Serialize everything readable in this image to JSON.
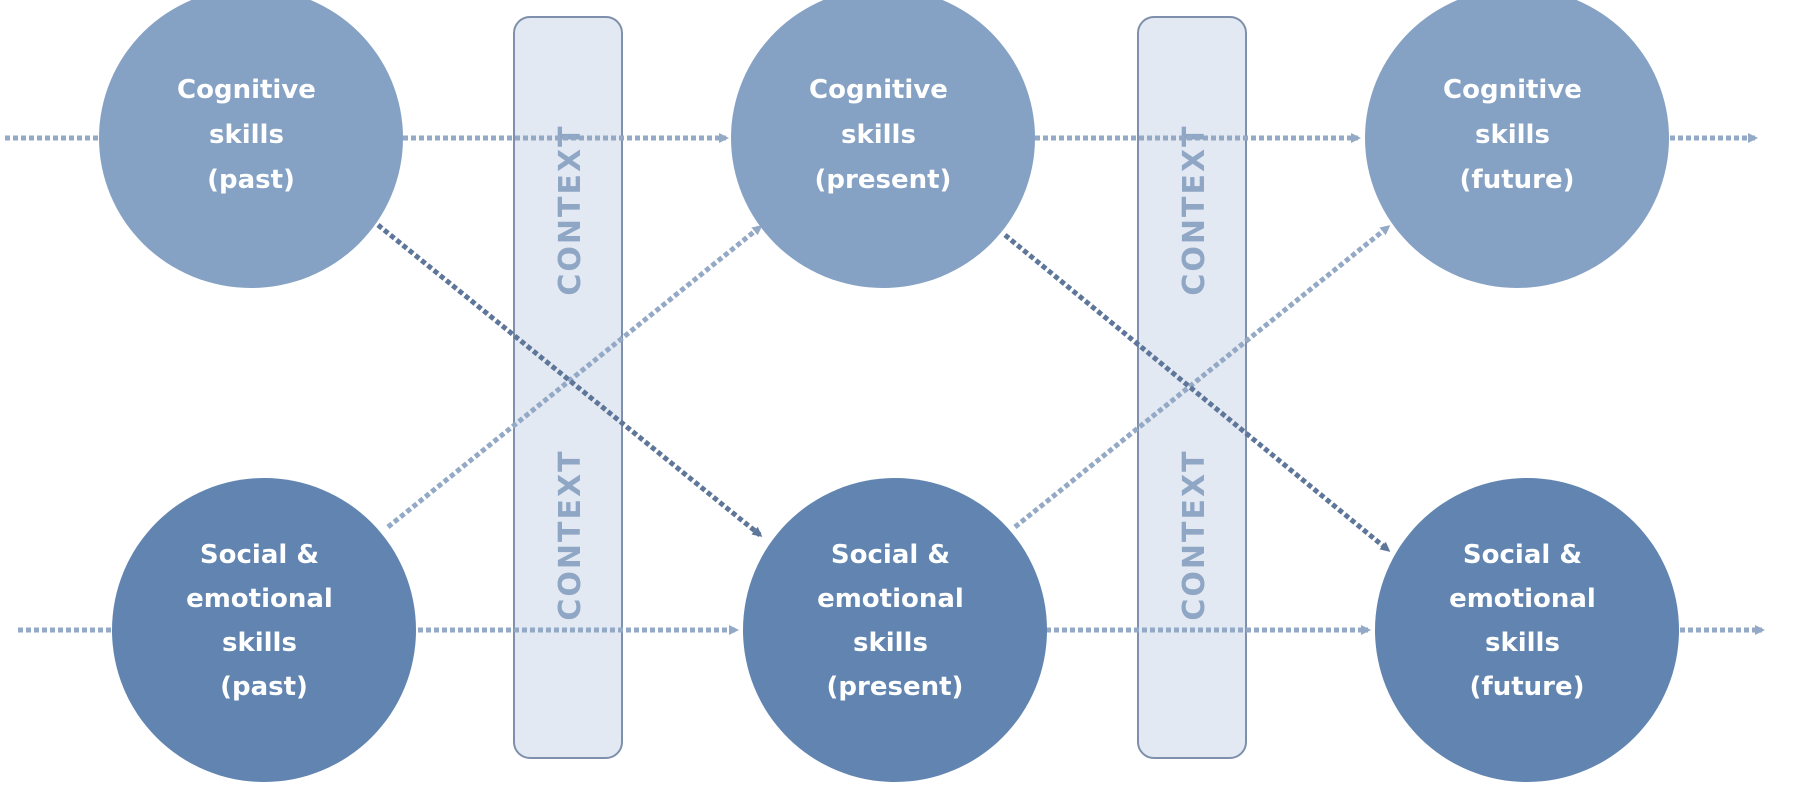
{
  "colors": {
    "cognitive_fill": "#85a1c3",
    "social_fill": "#6184b0",
    "context_fill": "#e3e9f3",
    "context_stroke": "#7e90ab",
    "context_text": "#8fa7c5",
    "arrow_light": "#93a9c6",
    "arrow_dark": "#5e7699"
  },
  "context_label": "CONTEXT",
  "nodes": {
    "cog_past": {
      "lines": [
        "Cognitive",
        "skills",
        "(past)"
      ]
    },
    "cog_present": {
      "lines": [
        "Cognitive",
        "skills",
        "(present)"
      ]
    },
    "cog_future": {
      "lines": [
        "Cognitive",
        "skills",
        "(future)"
      ]
    },
    "ses_past": {
      "lines": [
        "Social &",
        "emotional",
        "skills",
        "(past)"
      ]
    },
    "ses_present": {
      "lines": [
        "Social &",
        "emotional",
        "skills",
        "(present)"
      ]
    },
    "ses_future": {
      "lines": [
        "Social &",
        "emotional",
        "skills",
        "(future)"
      ]
    }
  }
}
